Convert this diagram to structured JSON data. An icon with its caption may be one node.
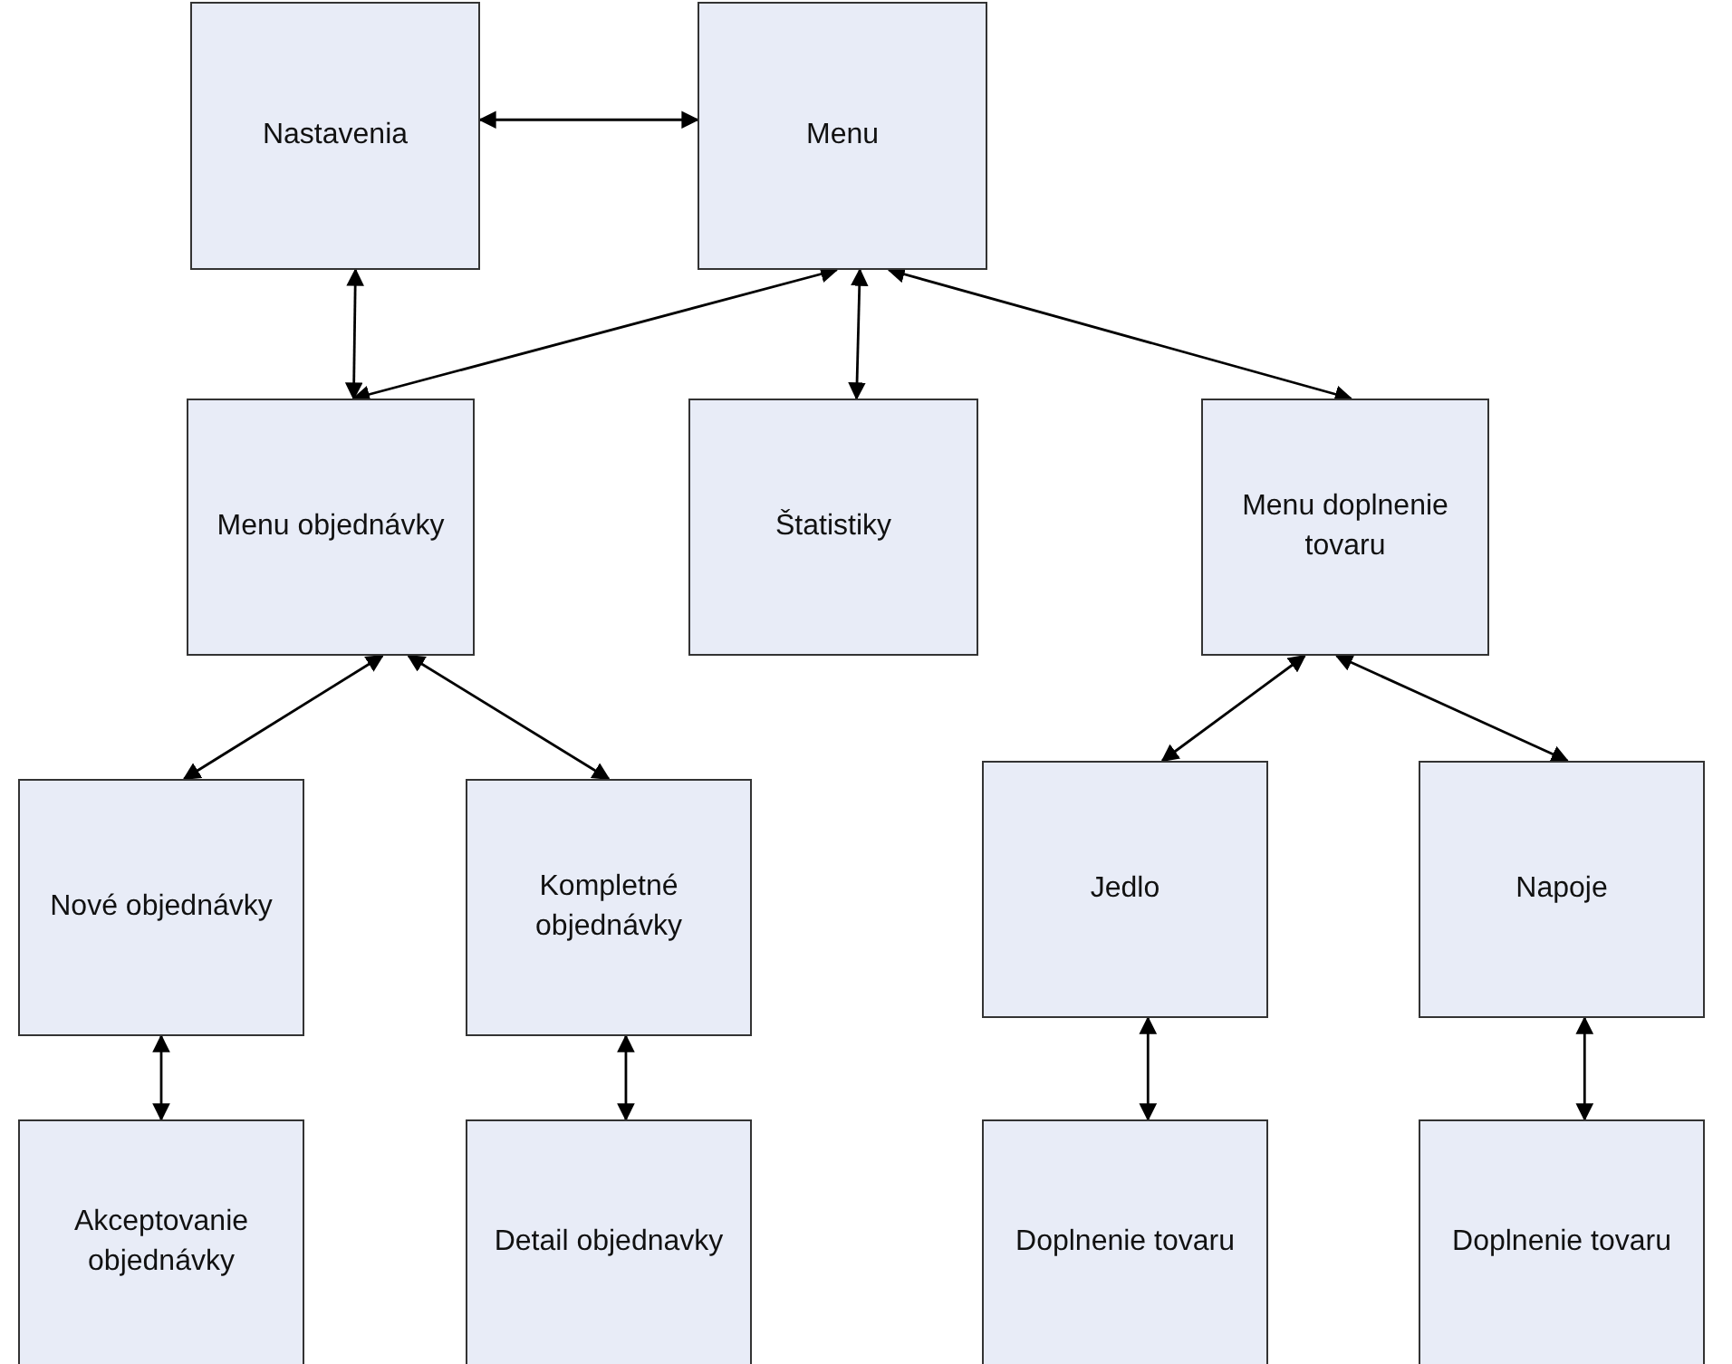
{
  "diagram": {
    "nodes": [
      {
        "text": [
          "Nastavenia"
        ]
      },
      {
        "text": [
          "Menu"
        ]
      },
      {
        "text": [
          "Menu objednávky"
        ]
      },
      {
        "text": [
          "Štatistiky"
        ]
      },
      {
        "text": [
          "Menu doplnenie tovaru"
        ]
      },
      {
        "text": [
          "Nové objednávky"
        ]
      },
      {
        "text": [
          "Kompletné objednávky"
        ]
      },
      {
        "text": [
          "Jedlo"
        ]
      },
      {
        "text": [
          "Napoje"
        ]
      },
      {
        "text": [
          "Akceptovanie objednávky"
        ]
      },
      {
        "text": [
          "Detail objednavky"
        ]
      },
      {
        "text": [
          "Doplnenie tovaru"
        ]
      },
      {
        "text": [
          "Doplnenie tovaru"
        ]
      }
    ],
    "edges": [
      {
        "from": 0,
        "to": 1,
        "arrow": "both"
      },
      {
        "from": 0,
        "to": 2,
        "arrow": "both"
      },
      {
        "from": 1,
        "to": 2,
        "arrow": "both"
      },
      {
        "from": 1,
        "to": 3,
        "arrow": "both"
      },
      {
        "from": 1,
        "to": 4,
        "arrow": "both"
      },
      {
        "from": 2,
        "to": 5,
        "arrow": "both"
      },
      {
        "from": 2,
        "to": 6,
        "arrow": "both"
      },
      {
        "from": 4,
        "to": 7,
        "arrow": "both"
      },
      {
        "from": 4,
        "to": 8,
        "arrow": "both"
      },
      {
        "from": 5,
        "to": 9,
        "arrow": "both"
      },
      {
        "from": 6,
        "to": 10,
        "arrow": "both"
      },
      {
        "from": 7,
        "to": 11,
        "arrow": "both"
      },
      {
        "from": 8,
        "to": 12,
        "arrow": "both"
      }
    ]
  }
}
